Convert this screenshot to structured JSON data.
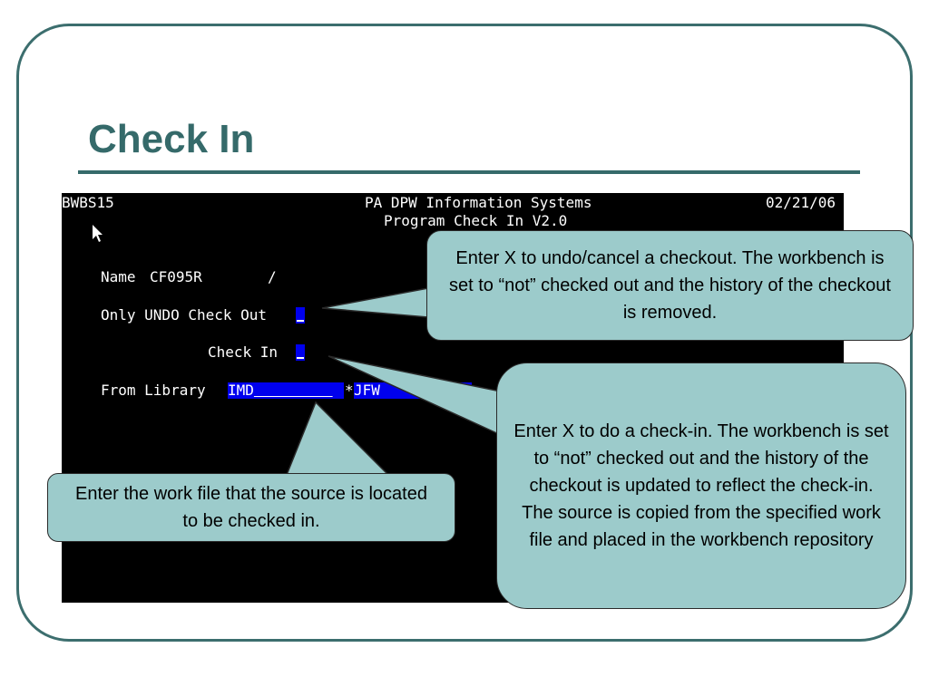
{
  "slide": {
    "title": "Check In"
  },
  "terminal": {
    "screen_id": "BWBS15",
    "system_name": "PA DPW Information Systems",
    "date": "02/21/06",
    "program_title": "Program Check In V2.0",
    "name_label": "Name",
    "name_value": "CF095R",
    "slash": "/",
    "undo_label": "Only UNDO Check Out",
    "checkin_label": "Check In",
    "from_library_label": "From Library",
    "library_value": "IMD",
    "library_separator": "*",
    "library_value2": "JFW",
    "dot": "."
  },
  "callouts": {
    "undo": "Enter X to undo/cancel a checkout.  The workbench is set to “not” checked out and the history of the checkout is removed.",
    "checkin": "Enter X to do a check-in.  The workbench is set to “not” checked out and the history of the checkout is updated to reflect the check-in.  The source is copied from the specified work file and placed in the workbench repository",
    "workfile": "Enter the work file that the source is located to be checked in."
  },
  "colors": {
    "accent": "#356a6a",
    "callout_fill": "#9ccbcb",
    "terminal_bg": "#000000",
    "field_blue": "#0000ee"
  }
}
